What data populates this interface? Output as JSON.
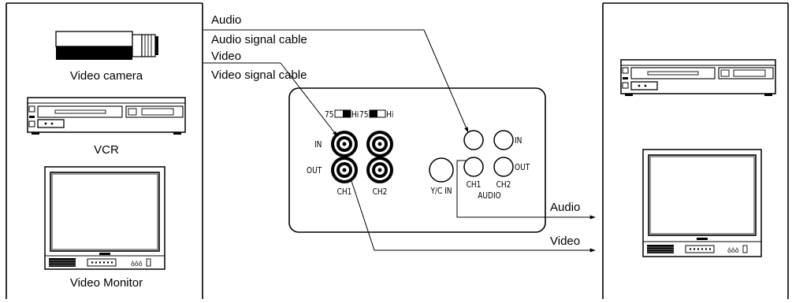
{
  "left_panel": {
    "camera_label": "Video camera",
    "vcr_label": "VCR",
    "monitor_label": "Video Monitor"
  },
  "cables": {
    "audio_label": "Audio",
    "audio_cable_label": "Audio signal cable",
    "video_label": "Video",
    "video_cable_label": "Video signal cable",
    "audio_out_label": "Audio",
    "video_out_label": "Video"
  },
  "device_panel": {
    "switch_left_75": "75",
    "switch_left_hi": "Hi",
    "switch_right_75": "75",
    "switch_right_hi": "Hi",
    "in_label": "IN",
    "out_label": "OUT",
    "ch1_label": "CH1",
    "ch2_label": "CH2",
    "yc_in_label": "Y/C IN",
    "audio_in_label": "IN",
    "audio_out_label": "OUT",
    "audio_ch1_label": "CH1",
    "audio_ch2_label": "CH2",
    "audio_section_label": "AUDIO"
  }
}
